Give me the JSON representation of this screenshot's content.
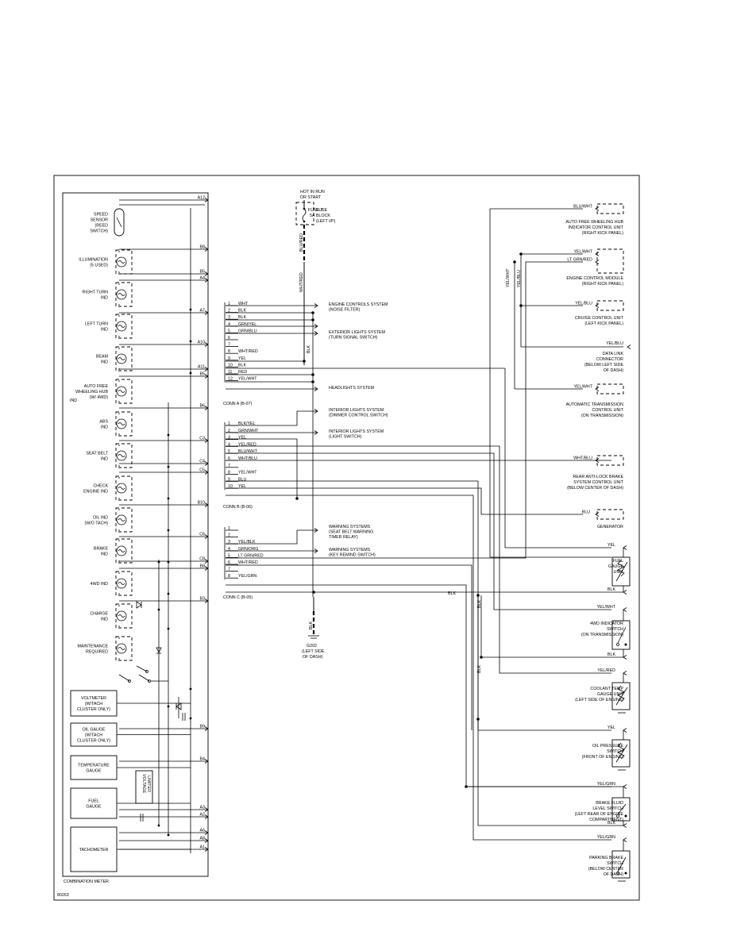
{
  "diagram": {
    "frame_label": "COMBINATION METER",
    "figure_number": "80263",
    "fuse": {
      "supply_label": [
        "HOT IN RUN",
        "OR START"
      ],
      "fuse_label": [
        "FUSE 7",
        "5A"
      ],
      "block_label": [
        "FUSE",
        "BLOCK",
        "(LEFT I/P)"
      ],
      "wire_color": "BLU/RED",
      "lower_wire_color": "WHT/RED"
    },
    "meter_pins": [
      {
        "id": "A12",
        "label": "A12"
      },
      {
        "id": "B8a",
        "label": "B8"
      },
      {
        "id": "B5",
        "label": "B5"
      },
      {
        "id": "A4",
        "label": "A4"
      },
      {
        "id": "A7",
        "label": "A7"
      },
      {
        "id": "A10",
        "label": "A10"
      },
      {
        "id": "A11",
        "label": "A11"
      },
      {
        "id": "B5b",
        "label": "B5"
      },
      {
        "id": "B6",
        "label": "B6"
      },
      {
        "id": "C3",
        "label": "C3"
      },
      {
        "id": "C4",
        "label": "C4"
      },
      {
        "id": "C5",
        "label": "C5"
      },
      {
        "id": "B10",
        "label": "B10"
      },
      {
        "id": "C6",
        "label": "C6"
      },
      {
        "id": "C8",
        "label": "C8"
      },
      {
        "id": "B8",
        "label": "B8"
      },
      {
        "id": "B3",
        "label": "B3"
      },
      {
        "id": "B9",
        "label": "B9"
      },
      {
        "id": "B4",
        "label": "B4"
      },
      {
        "id": "A3",
        "label": "A3"
      },
      {
        "id": "A2",
        "label": "A2"
      },
      {
        "id": "A6",
        "label": "A6"
      },
      {
        "id": "A8",
        "label": "A8"
      },
      {
        "id": "A1",
        "label": "A1"
      }
    ],
    "meter_items": [
      {
        "name": "SPEED SENSOR (REED SWITCH)",
        "lines": [
          "SPEED",
          "SENSOR",
          "(REED",
          "SWITCH)"
        ]
      },
      {
        "name": "ILLUMINATION",
        "lines": [
          "ILLUMINATION",
          "(5 USED)"
        ]
      },
      {
        "name": "RIGHT TURN IND",
        "lines": [
          "RIGHT TURN",
          "IND"
        ]
      },
      {
        "name": "LEFT TURN IND",
        "lines": [
          "LEFT TURN",
          "IND"
        ]
      },
      {
        "name": "BEAM IND",
        "lines": [
          "BEAM",
          "IND"
        ]
      },
      {
        "name": "AUTO FREE WHEELING HUB IND",
        "lines": [
          "AUTO FREE",
          "WHEELING HUB",
          "(W/ 4WD)"
        ],
        "extra": "IND"
      },
      {
        "name": "ABS IND",
        "lines": [
          "ABS",
          "IND"
        ]
      },
      {
        "name": "SEAT BELT IND",
        "lines": [
          "SEAT BELT",
          "IND"
        ]
      },
      {
        "name": "CHECK ENGINE IND",
        "lines": [
          "CHECK",
          "ENGINE IND"
        ]
      },
      {
        "name": "OIL IND",
        "lines": [
          "OIL IND",
          "(W/O TACH)"
        ]
      },
      {
        "name": "BRAKE IND",
        "lines": [
          "BRAKE",
          "IND"
        ]
      },
      {
        "name": "4WD IND",
        "lines": [
          "4WD IND"
        ]
      },
      {
        "name": "CHARGE IND",
        "lines": [
          "CHARGE",
          "IND"
        ]
      },
      {
        "name": "MAINTENANCE REQUIRED",
        "lines": [
          "MAINTENANCE",
          "REQUIRED"
        ]
      }
    ],
    "gauges": [
      {
        "name": "VOLTMETER",
        "lines": [
          "VOLTMETER",
          "(W/TACH",
          "CLUSTER ONLY)"
        ]
      },
      {
        "name": "OIL GAUGE",
        "lines": [
          "OIL GAUGE",
          "(W/TACH",
          "CLUSTER ONLY)"
        ]
      },
      {
        "name": "TEMPERATURE GAUGE",
        "lines": [
          "TEMPERATURE",
          "GAUGE"
        ]
      },
      {
        "name": "FUEL GAUGE",
        "lines": [
          "FUEL",
          "GAUGE"
        ]
      },
      {
        "name": "TACHOMETER",
        "lines": [
          "TACHOMETER"
        ]
      }
    ],
    "voltage_limiter": [
      "VOLTAGE",
      "LIMITER"
    ],
    "conn_a": {
      "label": "CONN A (B-07)",
      "pins": [
        {
          "n": "1",
          "color": "WHT"
        },
        {
          "n": "2",
          "color": "BLK"
        },
        {
          "n": "3",
          "color": "BLK"
        },
        {
          "n": "4",
          "color": "GRN/YEL"
        },
        {
          "n": "5",
          "color": "GRN/BLU"
        },
        {
          "n": "6",
          "color": ""
        },
        {
          "n": "7",
          "color": ""
        },
        {
          "n": "8",
          "color": "WHT/RED"
        },
        {
          "n": "9",
          "color": "YEL"
        },
        {
          "n": "10",
          "color": "BLK"
        },
        {
          "n": "11",
          "color": "RED"
        },
        {
          "n": "12",
          "color": "YEL/WHT"
        }
      ]
    },
    "conn_b": {
      "label": "CONN B (B-06)",
      "pins": [
        {
          "n": "1",
          "color": "BLK/YEL"
        },
        {
          "n": "2",
          "color": "GRN/WHT"
        },
        {
          "n": "3",
          "color": "YEL"
        },
        {
          "n": "4",
          "color": "YEL/RED"
        },
        {
          "n": "5",
          "color": "BLU/WHT"
        },
        {
          "n": "6",
          "color": "WHT/BLU"
        },
        {
          "n": "7",
          "color": ""
        },
        {
          "n": "8",
          "color": "YEL/WHT"
        },
        {
          "n": "9",
          "color": "BLU"
        },
        {
          "n": "10",
          "color": "YEL"
        }
      ]
    },
    "conn_c": {
      "label": "CONN C (B-05)",
      "pins": [
        {
          "n": "1",
          "color": ""
        },
        {
          "n": "2",
          "color": ""
        },
        {
          "n": "3",
          "color": "YEL/BLK"
        },
        {
          "n": "4",
          "color": "GRN/ORG"
        },
        {
          "n": "5",
          "color": "LT GRN/RED"
        },
        {
          "n": "6",
          "color": "WHT/RED"
        },
        {
          "n": "7",
          "color": ""
        },
        {
          "n": "8",
          "color": "YEL/GRN"
        }
      ]
    },
    "system_refs": [
      {
        "lines": [
          "ENGINE CONTROLS SYSTEM",
          "(NOISE FILTER)"
        ]
      },
      {
        "lines": [
          "EXTERIOR LIGHTS SYSTEM",
          "(TURN SIGNAL SWITCH)"
        ]
      },
      {
        "lines": [
          "HEADLIGHTS SYSTEM"
        ]
      },
      {
        "lines": [
          "INTERIOR LIGHTS SYSTEM",
          "(DIMMER CONTROL SWITCH)"
        ]
      },
      {
        "lines": [
          "INTERIOR LIGHTS SYSTEM",
          "(LIGHT SWITCH)"
        ]
      },
      {
        "lines": [
          "WARNING SYSTEMS",
          "(SEAT BELT WARNING",
          "TIMER RELAY)"
        ]
      },
      {
        "lines": [
          "WARNING SYSTEMS",
          "(KEY REMIND SWITCH)"
        ]
      }
    ],
    "ground": {
      "wire": "BLK",
      "name": "G202",
      "location": [
        "(LEFT SIDE",
        "OF DASH)"
      ]
    },
    "vertical_wire_labels": {
      "blk_center": "BLK",
      "yel_wht": "YEL/WHT",
      "yel_blu": "YEL/BLU",
      "blk_right": "BLK"
    },
    "components": [
      {
        "wire": "BLU/WHT",
        "lines": [
          "AUTO FREE WHEELING HUB",
          "INDICATOR CONTROL UNIT",
          "(RIGHT KICK PANEL)"
        ]
      },
      {
        "wire": "YEL/WHT",
        "wire2": "LT GRN/RED",
        "lines": [
          "ENGINE CONTROL MODULE",
          "(RIGHT KICK PANEL)"
        ]
      },
      {
        "wire": "YEL/BLU",
        "lines": [
          "CRUISE CONTROL UNIT",
          "(LEFT KICK PANEL)"
        ]
      },
      {
        "wire": "YEL/BLU",
        "lines": [
          "DATA LINK",
          "CONNECTOR",
          "(BELOW LEFT SIDE",
          "OF DASH)"
        ]
      },
      {
        "wire": "YEL/WHT",
        "lines": [
          "AUTOMATIC TRANSMISSION",
          "CONTROL UNIT",
          "(ON TRANSMISSION)"
        ]
      },
      {
        "wire": "WHT/BLU",
        "lines": [
          "REAR ANTI-LOCK BRAKE",
          "SYSTEM CONTROL UNIT",
          "(BELOW CENTER OF DASH)"
        ]
      },
      {
        "wire": "BLU",
        "lines": [
          "GENERATOR"
        ]
      },
      {
        "wire": "YEL",
        "wire2": "BLK",
        "lines": [
          "FUEL",
          "GAUGE",
          "UNIT"
        ]
      },
      {
        "wire": "YEL/WHT",
        "wire2": "BLK",
        "lines": [
          "4WD INDICATOR",
          "SWITCH",
          "(ON TRANSMISSION)"
        ]
      },
      {
        "wire": "YEL/RED",
        "lines": [
          "COOLANT TEMP",
          "GAUGE UNIT",
          "(LEFT SIDE OF ENGINE)"
        ]
      },
      {
        "wire": "YEL",
        "lines": [
          "OIL PRESSURE",
          "SWITCH",
          "(FRONT OF ENGINE)"
        ]
      },
      {
        "wire": "YEL/GRN",
        "wire2": "BLK",
        "lines": [
          "BRAKE FLUID",
          "LEVEL SWITCH",
          "(LEFT REAR OF ENGINE",
          "COMPARTMENT)"
        ]
      },
      {
        "wire": "YEL/GRN",
        "lines": [
          "PARKING BRAKE",
          "SWITCH",
          "(BELOW CENTER",
          "OF DASH)"
        ]
      }
    ],
    "ground_bus_label": "BLK"
  }
}
